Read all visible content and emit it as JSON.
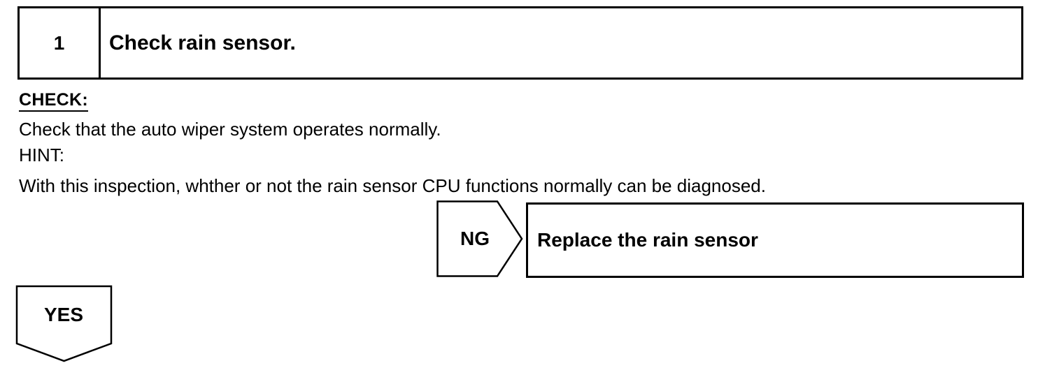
{
  "step": {
    "number": "1",
    "title": "Check rain sensor."
  },
  "check": {
    "label": "CHECK:",
    "text": "Check that the auto wiper system operates normally."
  },
  "hint": {
    "label": "HINT:",
    "text": "With this inspection, whther or not the rain sensor CPU functions normally can be diagnosed."
  },
  "ng_branch": {
    "label": "NG",
    "action": "Replace the rain sensor"
  },
  "yes_branch": {
    "label": "YES"
  }
}
